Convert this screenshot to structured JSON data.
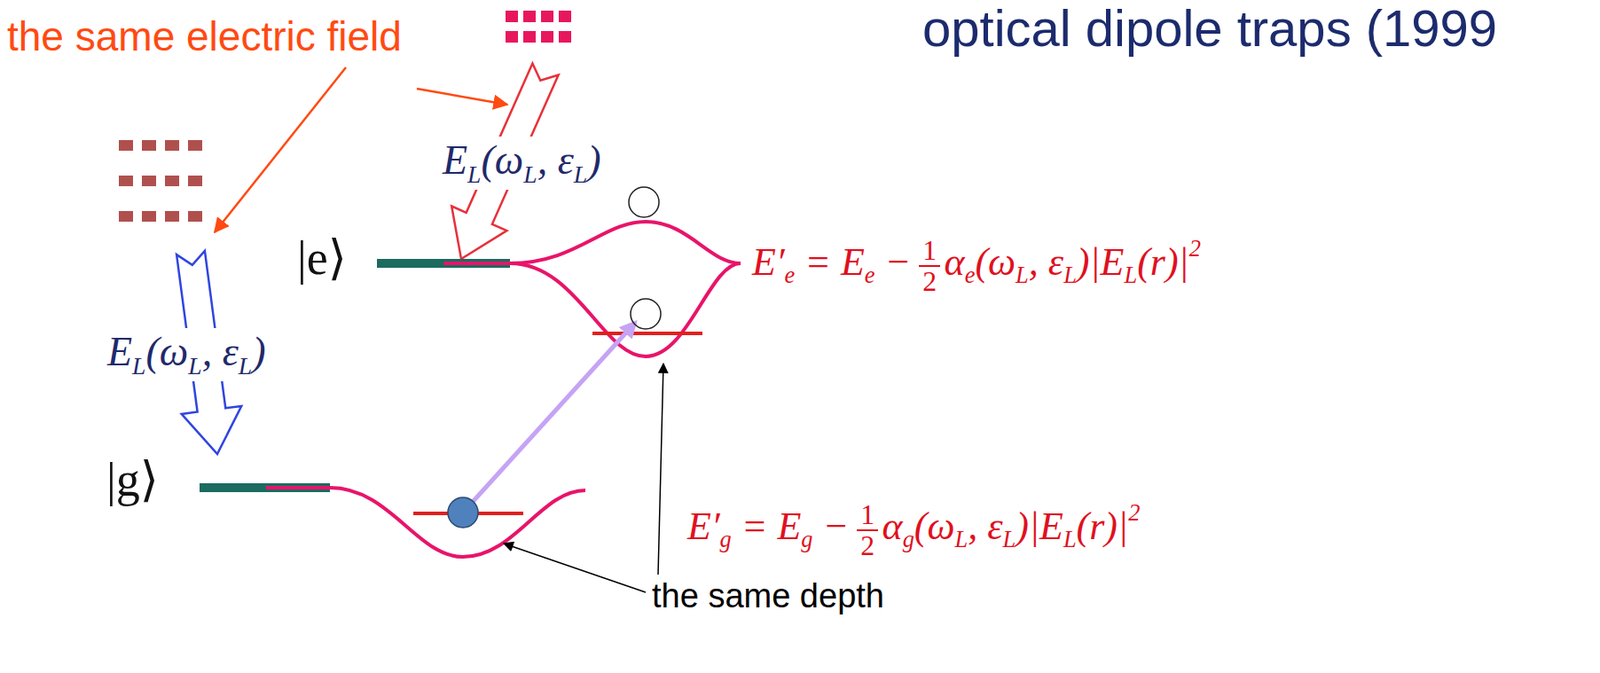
{
  "diagram": {
    "title": "optical dipole traps (1999",
    "labels": [
      "the same electric field",
      "|e⟩",
      "|g⟩",
      "the same depth",
      "E",
      "L",
      "(ω",
      "L",
      ", ε",
      "L",
      ")",
      "E",
      "L",
      "(ω",
      "L",
      ", ε",
      "L",
      ")",
      "E′",
      "e",
      "= E",
      "e",
      "−",
      "1",
      "2",
      "α",
      "e",
      "(ω",
      "L",
      ", ε",
      "L",
      ")|E",
      "L",
      "(r)|",
      "2",
      "E′",
      "g",
      "= E",
      "g",
      "−",
      "1",
      "2",
      "α",
      "g",
      "(ω",
      "L",
      ", ε",
      "L",
      ")|E",
      "L",
      "(r)|",
      "2"
    ]
  }
}
